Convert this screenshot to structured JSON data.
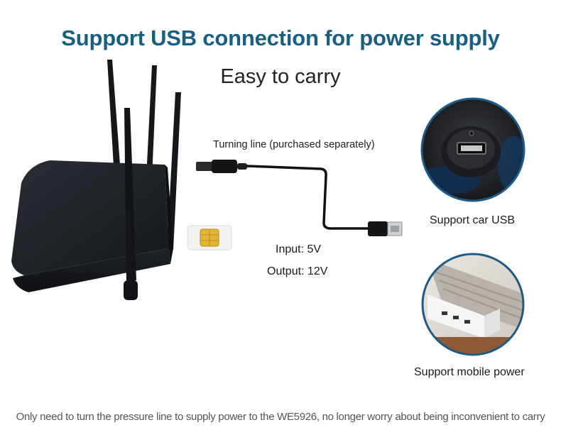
{
  "header": {
    "title": "Support USB connection for power supply",
    "subtitle": "Easy to carry"
  },
  "cable": {
    "label": "Turning line (purchased separately)",
    "input": "Input: 5V",
    "output": "Output: 12V"
  },
  "options": [
    {
      "label": "Support car USB",
      "icon": "car-usb-socket-photo"
    },
    {
      "label": "Support mobile power",
      "icon": "power-bank-photo"
    }
  ],
  "footer": {
    "text": "Only need to turn the pressure line to supply power to the WE5926, no longer worry about being inconvenient to carry"
  },
  "colors": {
    "title": "#1b5f80",
    "circle_border": "#1d5a85",
    "router_body": "#1c1f24"
  }
}
